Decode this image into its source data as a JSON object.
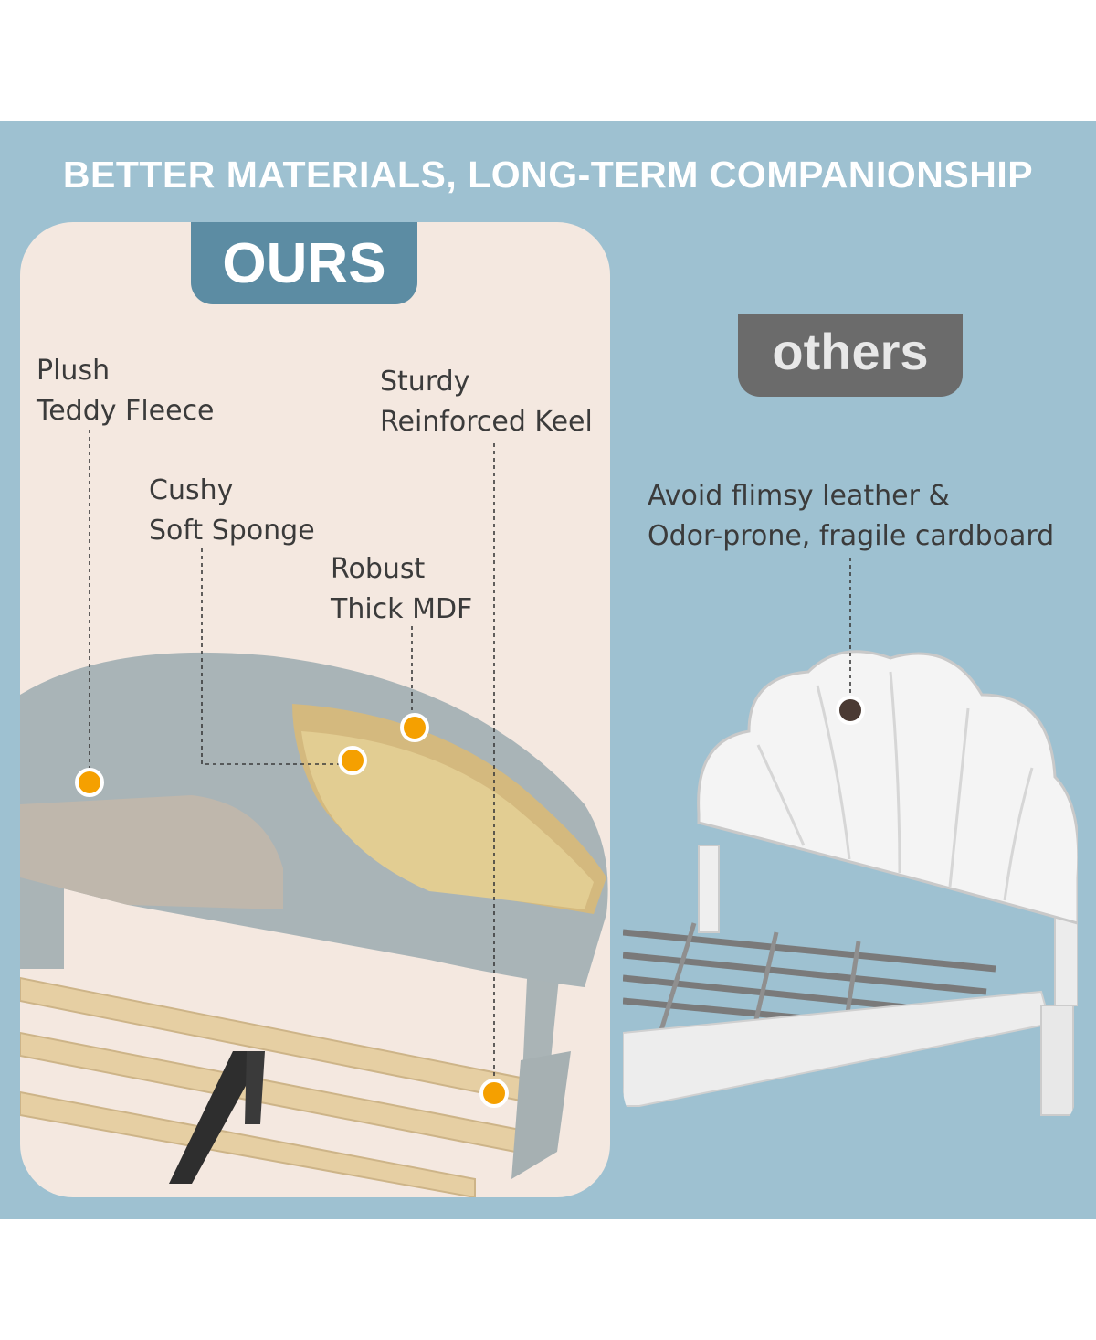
{
  "headline": "BETTER MATERIALS, LONG-TERM COMPANIONSHIP",
  "ours": {
    "tab_label": "OURS",
    "features": [
      {
        "line1": "Plush",
        "line2": "Teddy Fleece"
      },
      {
        "line1": "Sturdy",
        "line2": "Reinforced Keel"
      },
      {
        "line1": "Cushy",
        "line2": "Soft Sponge"
      },
      {
        "line1": "Robust",
        "line2": "Thick MDF"
      }
    ]
  },
  "others": {
    "tab_label": "others",
    "callout": {
      "line1": "Avoid flimsy leather &",
      "line2": "Odor-prone, fragile cardboard"
    }
  },
  "colors": {
    "banner": "#9ec1d1",
    "ours_card": "#f4e8e0",
    "ours_tab": "#5c8ca3",
    "others_tab": "#6b6b6b",
    "marker_orange": "#f5a000",
    "marker_brown": "#4a3a33"
  }
}
